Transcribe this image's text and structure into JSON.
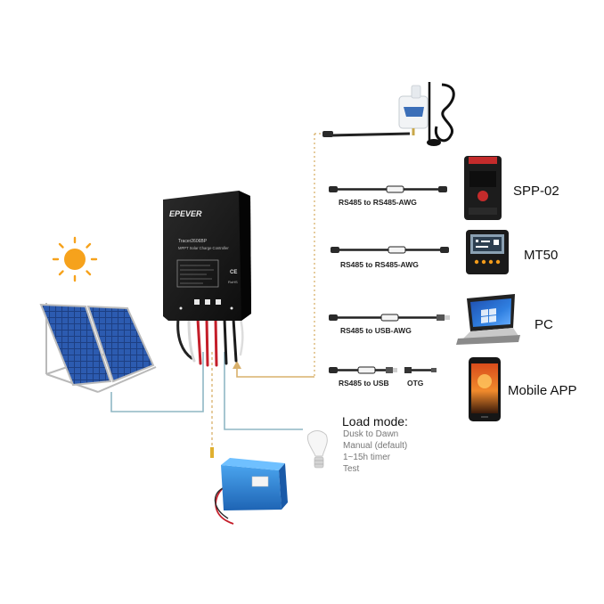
{
  "controller": {
    "brand": "EPEVER",
    "model_text": "Tracer2606BP",
    "subtitle_text": "MPPT Solar Charge Controller",
    "mark_ce": "CE",
    "mark_rohs": "RoHS"
  },
  "connections": [
    {
      "cable": "",
      "device": ""
    },
    {
      "cable": "RS485 to RS485-AWG",
      "device": "SPP-02"
    },
    {
      "cable": "RS485 to RS485-AWG",
      "device": "MT50"
    },
    {
      "cable": "RS485 to USB-AWG",
      "device": "PC"
    },
    {
      "cable": "RS485 to USB",
      "adapter": "OTG",
      "device": "Mobile APP"
    }
  ],
  "load_mode": {
    "title": "Load mode:",
    "options": [
      "Dusk to Dawn",
      "Manual (default)",
      "1~15h timer",
      "Test"
    ]
  },
  "colors": {
    "line_blue": "#8fb7c4",
    "line_tan": "#d8b06b",
    "controller_body": "#151515",
    "sun": "#f6a21c",
    "battery": "#2a83d6"
  },
  "icons": [
    "sun-icon",
    "solar-panel-icon",
    "battery-icon",
    "bulb-icon",
    "wifi-module-icon",
    "spp02-device-icon",
    "mt50-meter-icon",
    "laptop-icon",
    "smartphone-icon"
  ]
}
